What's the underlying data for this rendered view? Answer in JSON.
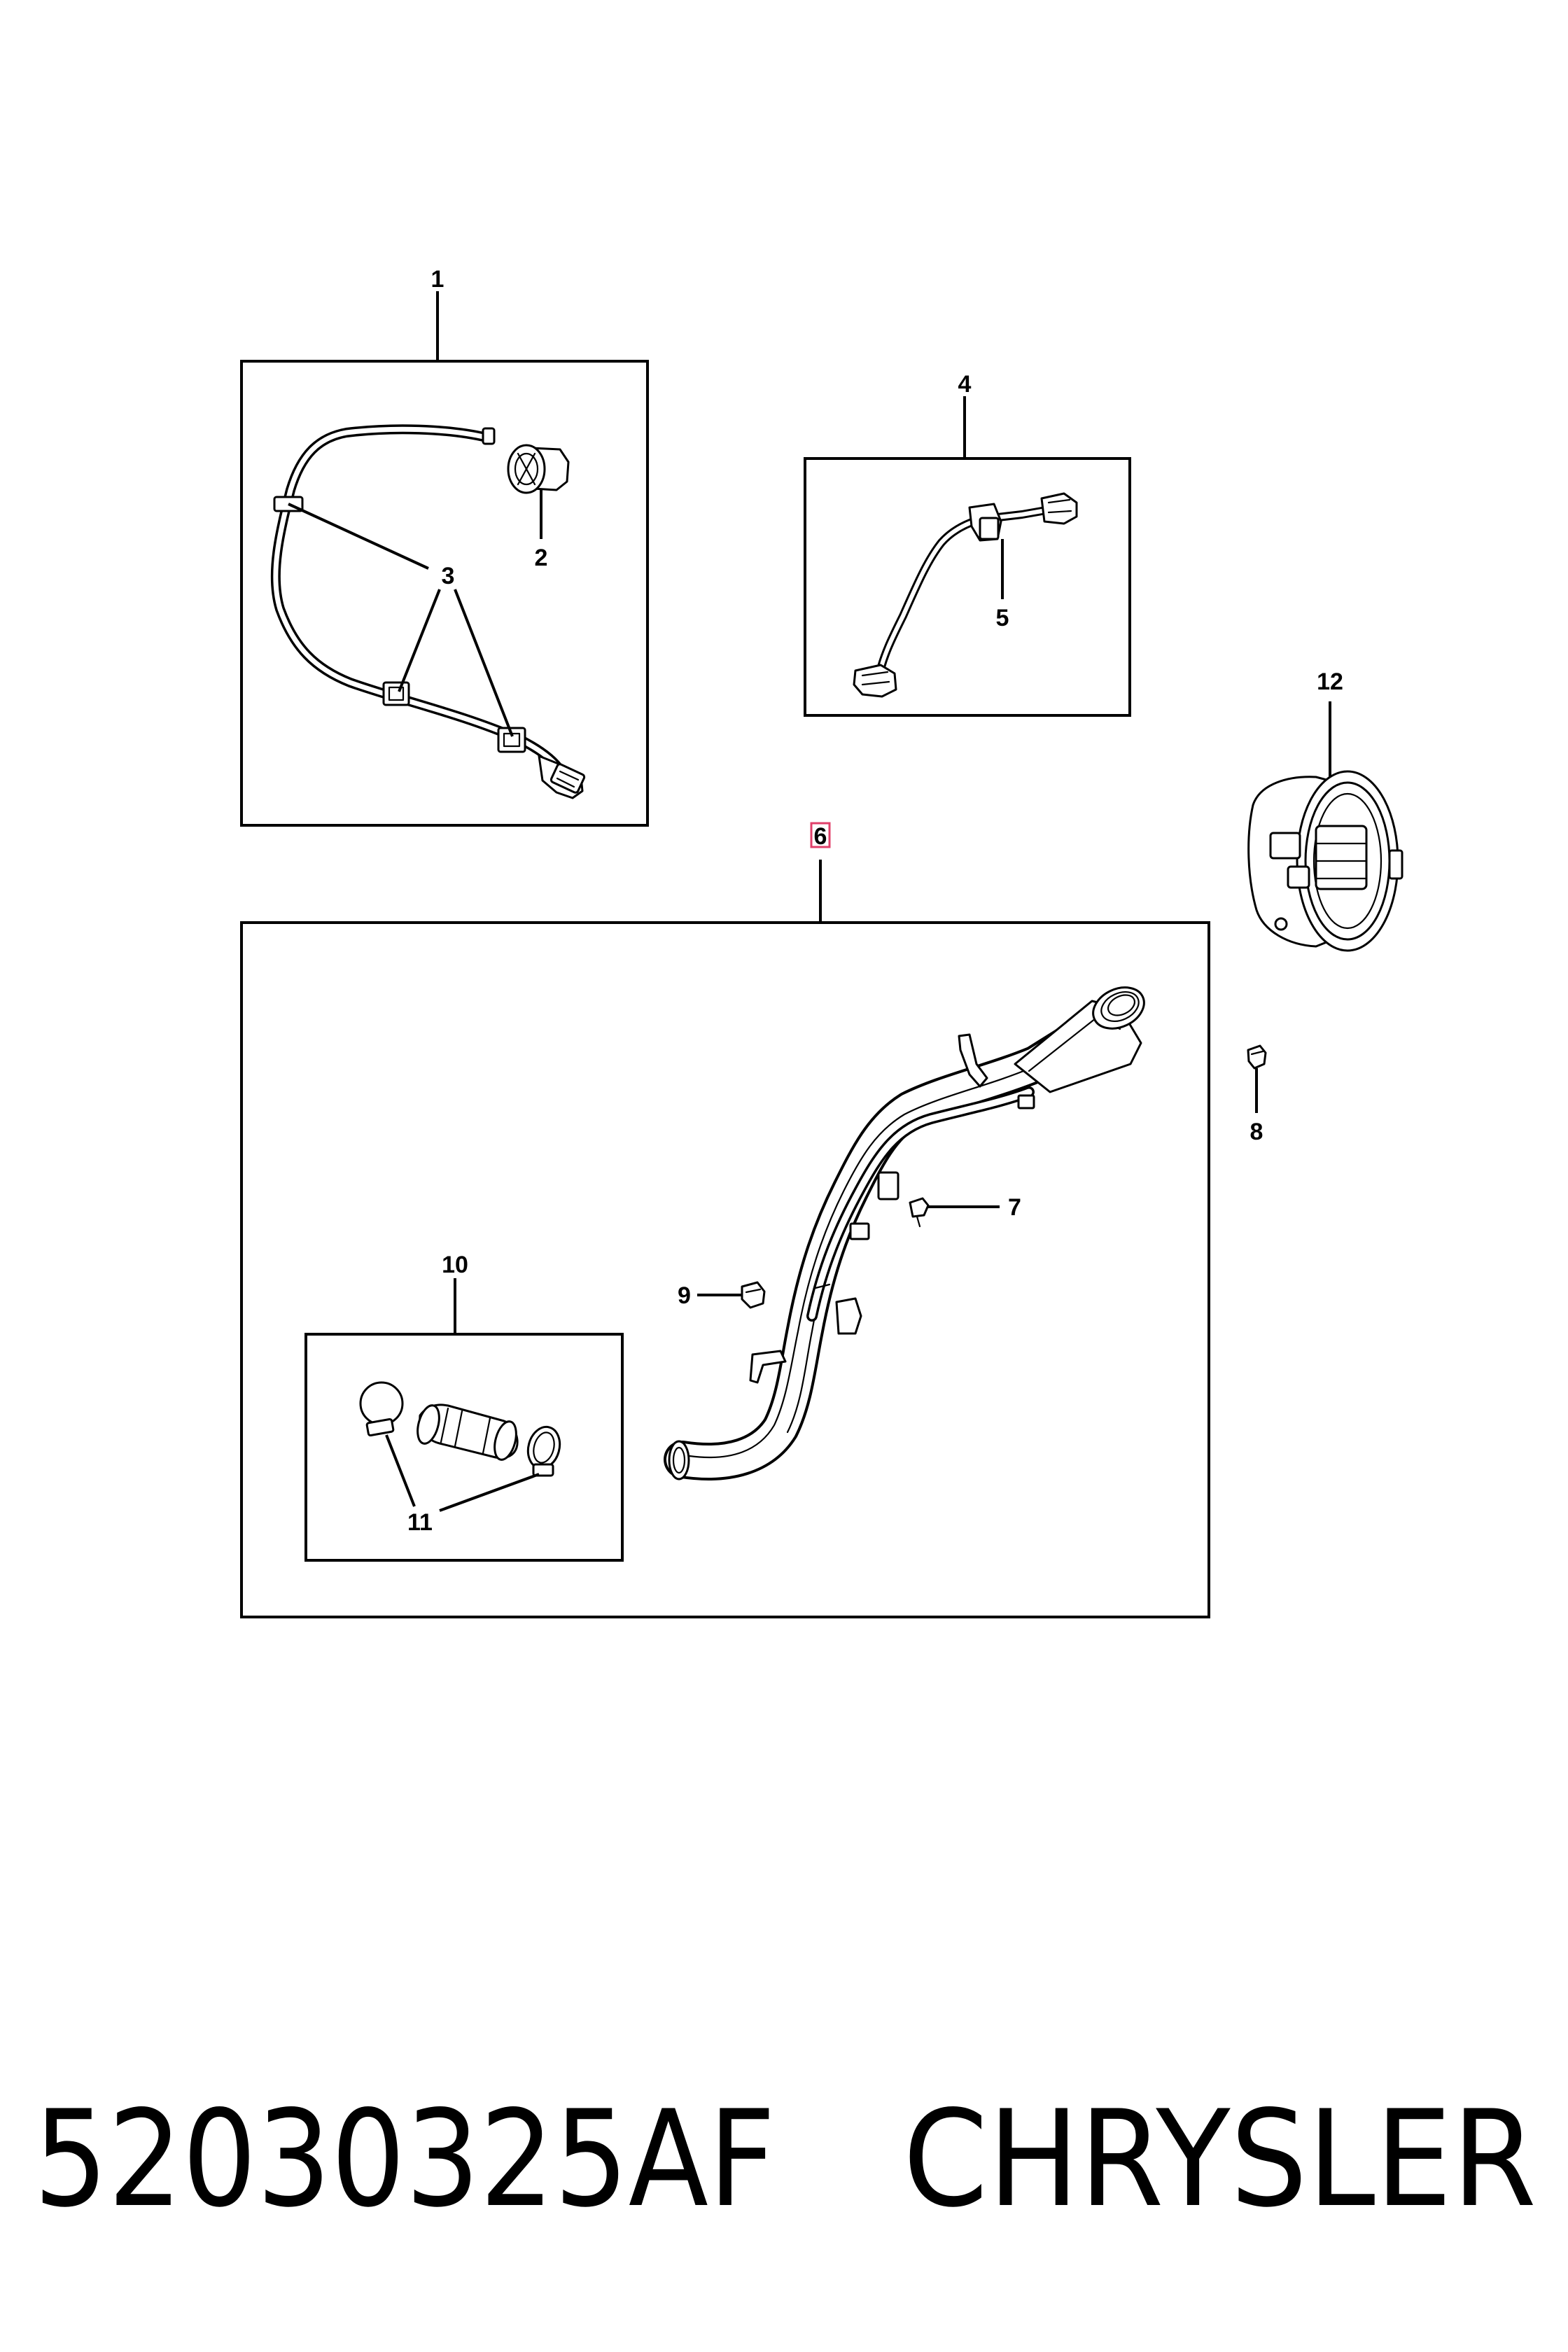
{
  "callouts": {
    "c1": "1",
    "c2": "2",
    "c3": "3",
    "c4": "4",
    "c5": "5",
    "c6": "6",
    "c7": "7",
    "c8": "8",
    "c9": "9",
    "c10": "10",
    "c11": "11",
    "c12": "12"
  },
  "highlight_color": "#e0406a",
  "footer": {
    "part_number": "52030325AF",
    "brand": "CHRYSLER"
  }
}
